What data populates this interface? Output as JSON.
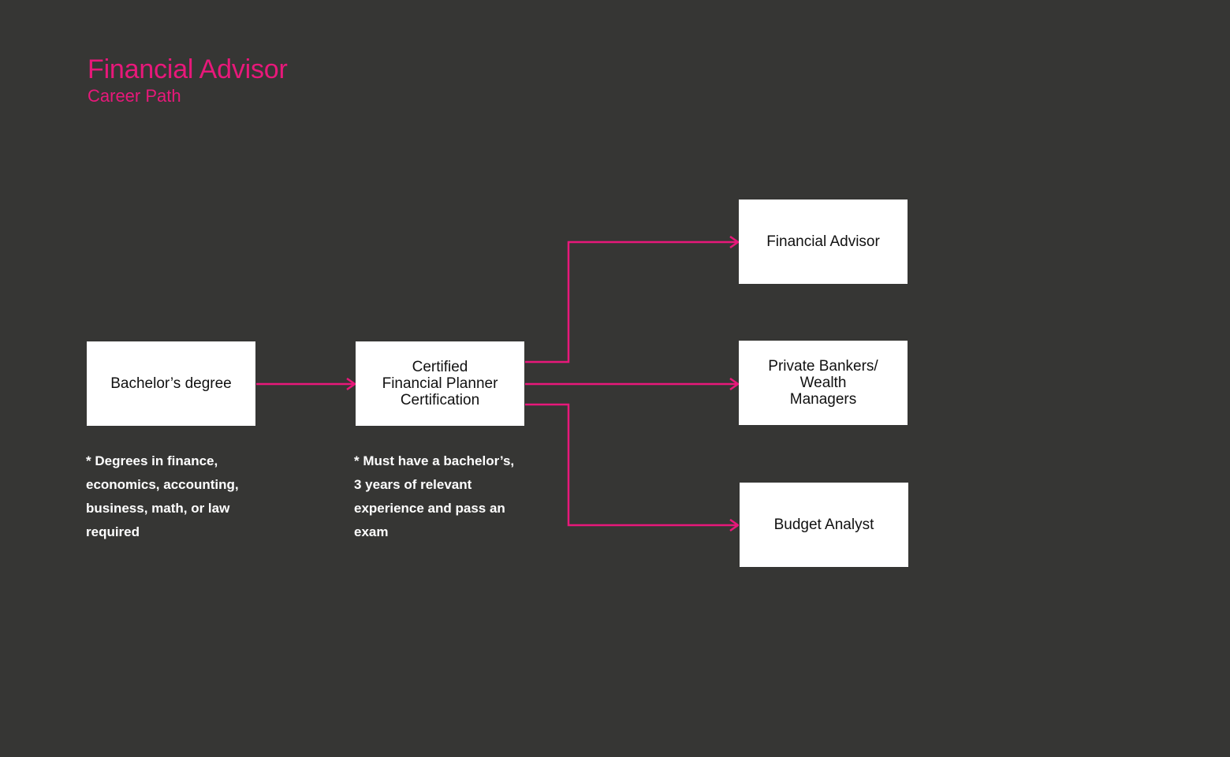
{
  "header": {
    "title": "Financial Advisor",
    "subtitle": "Career Path"
  },
  "nodes": {
    "bachelors": {
      "lines": [
        "Bachelor’s degree"
      ]
    },
    "cfp": {
      "lines": [
        "Certified",
        "Financial Planner",
        "Certification"
      ]
    },
    "advisor": {
      "lines": [
        "Financial Advisor"
      ]
    },
    "bankers": {
      "lines": [
        "Private Bankers/",
        "Wealth",
        "Managers"
      ]
    },
    "budget": {
      "lines": [
        "Budget Analyst"
      ]
    }
  },
  "notes": {
    "bachelors": {
      "lines": [
        "* Degrees in finance,",
        "economics, accounting,",
        "business, math, or law",
        "required"
      ]
    },
    "cfp": {
      "lines": [
        "* Must have a bachelor’s,",
        "3 years of relevant",
        "experience and pass an",
        "exam"
      ]
    }
  },
  "colors": {
    "background": "#363634",
    "accent": "#e8187a",
    "box": "#ffffff"
  }
}
